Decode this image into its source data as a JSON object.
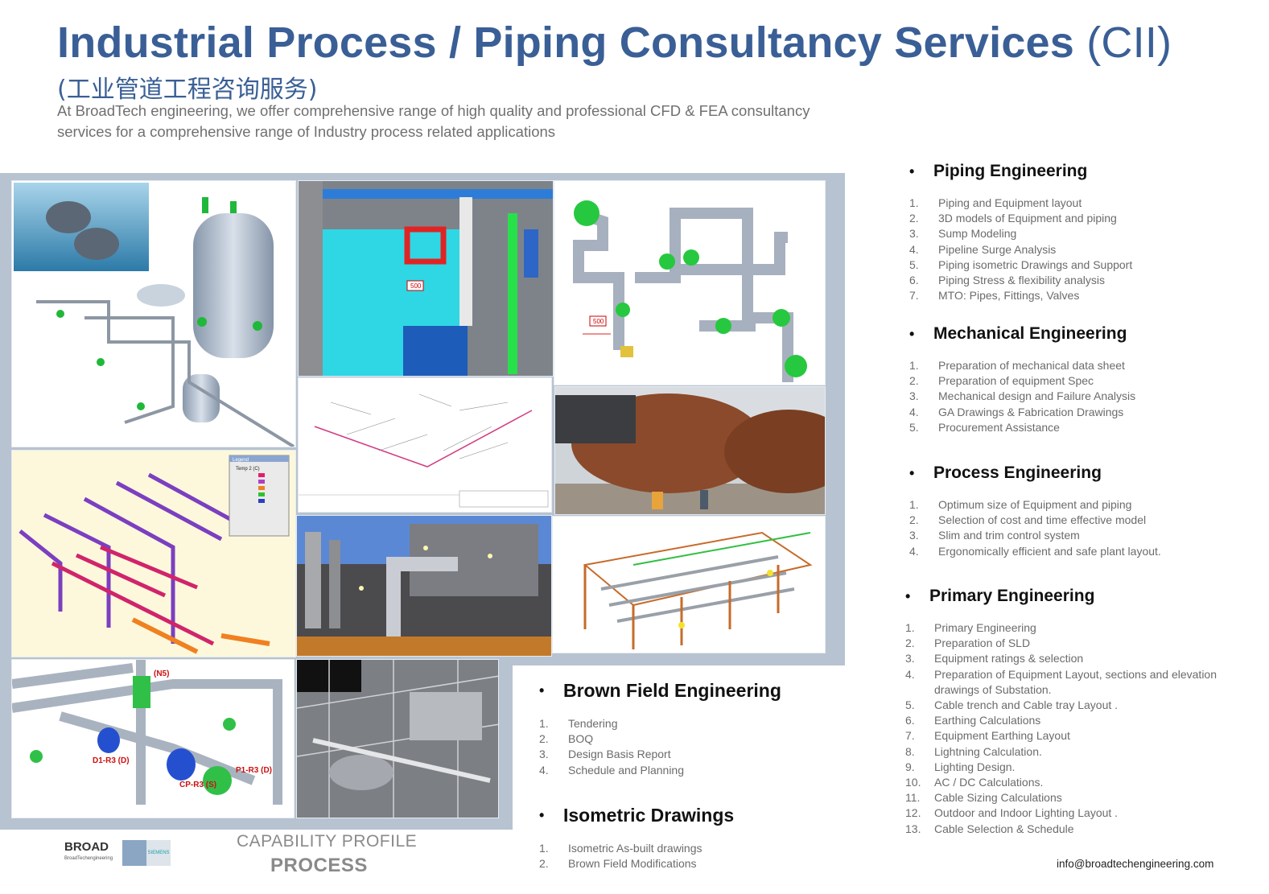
{
  "header": {
    "title": "Industrial Process / Piping Consultancy Services",
    "title_suffix": "(CII)",
    "subtitle_cn": "(工业管道工程咨询服务)",
    "intro": "At BroadTech engineering, we offer comprehensive range of high quality and professional CFD & FEA consultancy services for a comprehensive range of Industry process related applications"
  },
  "sections": {
    "piping": {
      "title": "Piping Engineering",
      "items": [
        "Piping and  Equipment layout",
        "3D models of Equipment and piping",
        "Sump Modeling",
        "Pipeline Surge Analysis",
        "Piping isometric Drawings and Support",
        "Piping Stress & flexibility  analysis",
        "MTO: Pipes, Fittings, Valves"
      ]
    },
    "mechanical": {
      "title": "Mechanical Engineering",
      "items": [
        "Preparation of mechanical data sheet",
        "Preparation of equipment Spec",
        "Mechanical design and Failure Analysis",
        "GA Drawings & Fabrication Drawings",
        "Procurement Assistance"
      ]
    },
    "process": {
      "title": "Process Engineering",
      "items": [
        "Optimum size of Equipment and piping",
        "Selection of cost and time effective model",
        "Slim and trim control system",
        "Ergonomically efficient and safe plant layout."
      ]
    },
    "primary": {
      "title": "Primary Engineering",
      "items": [
        "Primary Engineering",
        "Preparation of SLD",
        "Equipment ratings & selection",
        "Preparation of Equipment  Layout, sections and elevation drawings of Substation.",
        "Cable trench and Cable tray  Layout .",
        "Earthing Calculations",
        "Equipment Earthing Layout",
        "Lightning Calculation.",
        "Lighting Design.",
        "AC / DC Calculations.",
        "Cable Sizing Calculations",
        "Outdoor and Indoor Lighting  Layout .",
        "Cable Selection & Schedule"
      ]
    },
    "brownfield": {
      "title": "Brown Field Engineering",
      "items": [
        "Tendering",
        "BOQ",
        "Design Basis Report",
        "Schedule and Planning"
      ]
    },
    "isometric": {
      "title": "Isometric Drawings",
      "items": [
        "Isometric As-built  drawings",
        "Brown Field  Modifications"
      ]
    }
  },
  "footer": {
    "capability_label": "CAPABILITY PROFILE",
    "capability_value": "PROCESS",
    "email": "info@broadtechengineering.com",
    "logo_text": "BROAD",
    "logo_sub": "BroadTechengineering",
    "partner_text": "SIEMENS"
  },
  "images": {
    "tag_500_a": "500",
    "tag_500_b": "500",
    "legend_title": "Legend",
    "legend_sub": "Temp 2 (C)",
    "iso_labels": [
      "(N5)",
      "D1-R3 (D)",
      "P1-R3 (D)",
      "CP-R3 (S)"
    ]
  },
  "colors": {
    "title_blue": "#3a5f96",
    "panel_bg": "#b7c3d0",
    "pipe_green": "#22c43a",
    "vessel_rust": "#8b4a2b"
  }
}
